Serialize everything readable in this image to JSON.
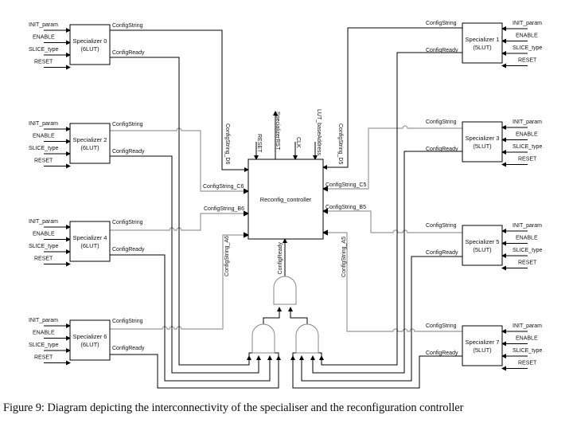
{
  "diagram": {
    "controller": {
      "name": "Reconfig_controller",
      "top_inputs": [
        "ConfigString_D6",
        "RESET",
        "SpecializerRST",
        "CLK",
        "LUT_baseAddress",
        "ConfigString_D5"
      ],
      "left_inputs": [
        "ConfigString_C6",
        "ConfigString_B6",
        "ConfigString_A6"
      ],
      "right_inputs": [
        "ConfigString_C5",
        "ConfigString_B5",
        "ConfigString_A5"
      ],
      "bottom_input": "ConfigReady"
    },
    "specializers": [
      {
        "name": "Specializer 0",
        "type": "(6LUT)",
        "side": "left"
      },
      {
        "name": "Specializer 1",
        "type": "(5LUT)",
        "side": "right"
      },
      {
        "name": "Specializer 2",
        "type": "(6LUT)",
        "side": "left"
      },
      {
        "name": "Specializer 3",
        "type": "(5LUT)",
        "side": "right"
      },
      {
        "name": "Specializer 4",
        "type": "(6LUT)",
        "side": "left"
      },
      {
        "name": "Specializer 5",
        "type": "(5LUT)",
        "side": "right"
      },
      {
        "name": "Specializer 6",
        "type": "(6LUT)",
        "side": "left"
      },
      {
        "name": "Specializer 7",
        "type": "(5LUT)",
        "side": "right"
      }
    ],
    "specializer_inputs": [
      "INIT_param",
      "ENABLE",
      "SLICE_type",
      "RESET"
    ],
    "specializer_outputs": [
      "ConfigString",
      "ConfigReady"
    ],
    "gates": [
      "and-gate-left",
      "and-gate-right",
      "and-gate-final"
    ]
  },
  "caption": "Figure 9: Diagram depicting the interconnectivity of the specialiser and the reconfiguration controller"
}
